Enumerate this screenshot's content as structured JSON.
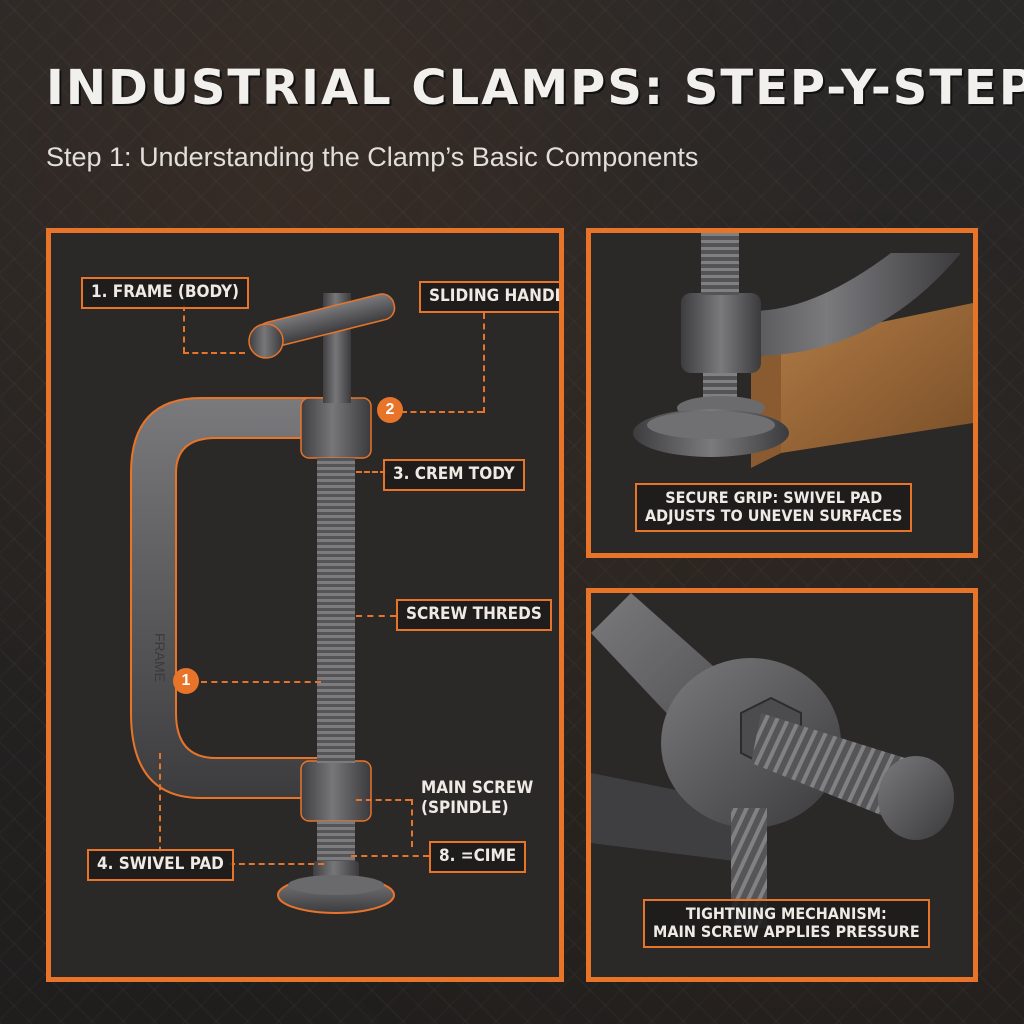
{
  "header": {
    "title": "INDUSTRIAL CLAMPS: STEP-Y-STEP",
    "subtitle": "Step 1: Understanding the Clamp’s Basic Components"
  },
  "main_panel": {
    "labels": {
      "frame": "1. FRAME (BODY)",
      "sliding_handle": "SLIDING HANDLE",
      "crem_tody": "3. CREM TODY",
      "screw_threds": "SCREW THREDS",
      "main_screw": "MAIN SCREW\n(SPINDLE)",
      "swivel_pad": "4. SWIVEL PAD",
      "cime": "8. =CIME"
    },
    "badges": {
      "badge_two": "2",
      "badge_one": "1"
    }
  },
  "top_right_panel": {
    "caption_line1": "SECURE GRIP: SWIVEL PAD",
    "caption_line2": "ADJUSTS TO UNEVEN SURFACES"
  },
  "bottom_right_panel": {
    "caption_line1": "TIGHTNING MECHANISM:",
    "caption_line2": "MAIN SCREW APPLIES PRESSURE"
  },
  "colors": {
    "accent": "#e8742a",
    "background": "#252423",
    "metal": "#5b5b5d"
  }
}
